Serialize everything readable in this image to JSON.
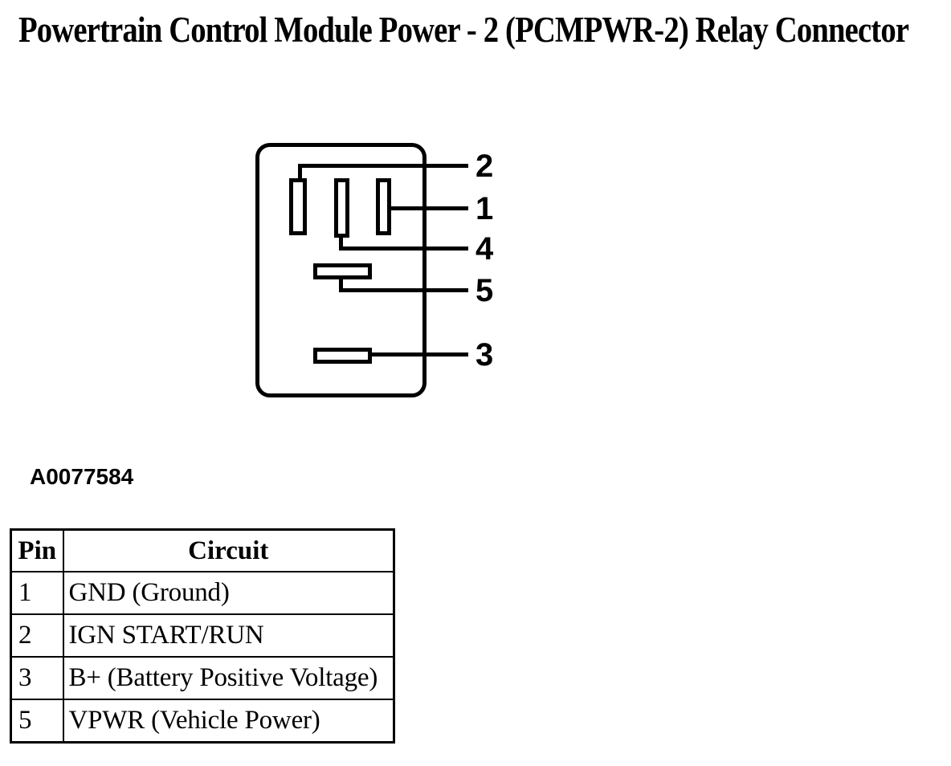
{
  "title": "Powertrain Control Module Power - 2 (PCMPWR-2) Relay Connector",
  "figure_label": "A0077584",
  "diagram": {
    "callouts": {
      "c2": "2",
      "c1": "1",
      "c4": "4",
      "c5": "5",
      "c3": "3"
    }
  },
  "table": {
    "headers": [
      "Pin",
      "Circuit"
    ],
    "rows": [
      {
        "pin": "1",
        "circuit": "GND (Ground)"
      },
      {
        "pin": "2",
        "circuit": "IGN START/RUN"
      },
      {
        "pin": "3",
        "circuit": "B+ (Battery Positive Voltage)"
      },
      {
        "pin": "5",
        "circuit": "VPWR (Vehicle Power)"
      }
    ]
  },
  "colors": {
    "ink": "#000000",
    "paper": "#ffffff"
  }
}
